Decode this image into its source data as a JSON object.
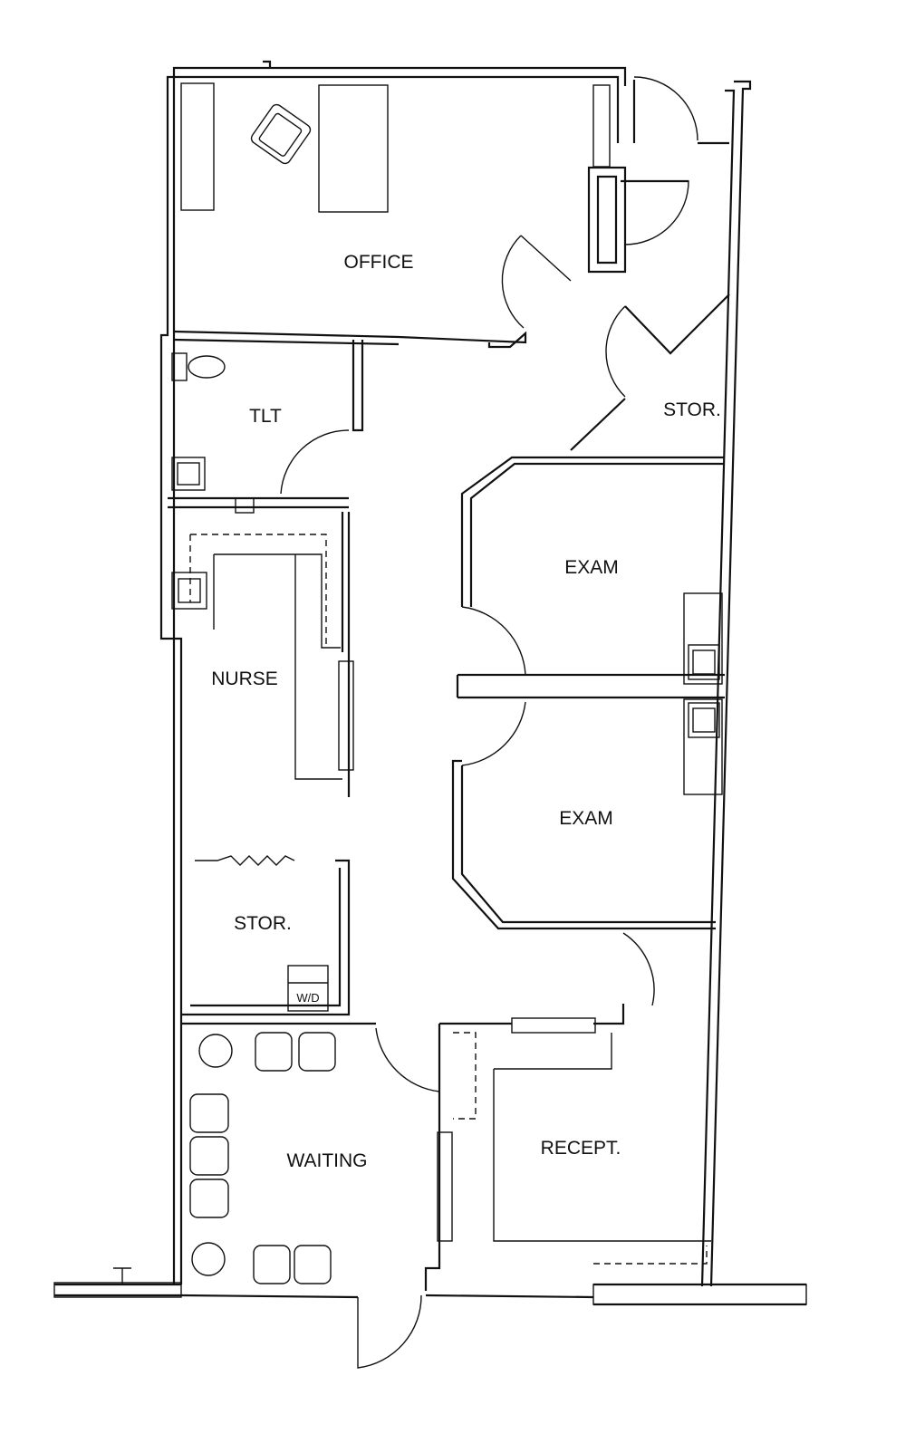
{
  "rooms": {
    "office": "OFFICE",
    "toilet": "TLT",
    "storage_right": "STOR.",
    "exam_upper": "EXAM",
    "nurse": "NURSE",
    "exam_lower": "EXAM",
    "storage_left": "STOR.",
    "washer_dryer": "W/D",
    "waiting": "WAITING",
    "reception": "RECEPT."
  }
}
